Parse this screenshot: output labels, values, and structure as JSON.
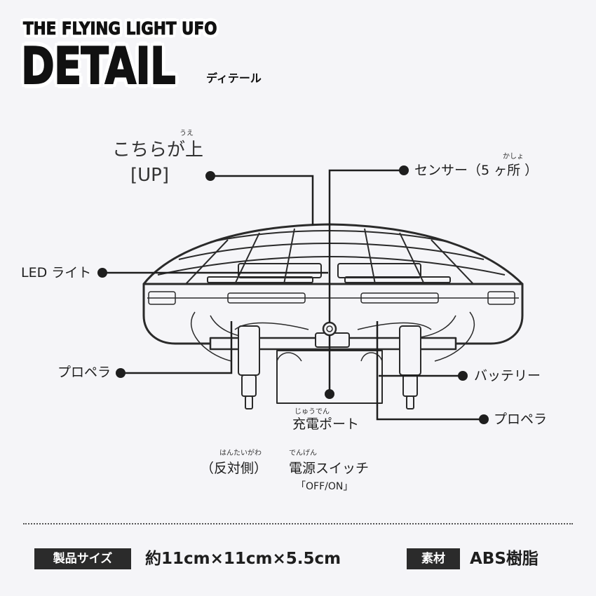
{
  "header": {
    "subtitle": "THE FLYING LIGHT UFO",
    "title": "DETAIL",
    "title_kana": "ディテール"
  },
  "labels": {
    "top_side": {
      "text": "こちらが上",
      "ruby": "うえ",
      "sub": "[UP]"
    },
    "sensor": {
      "text": "センサー（5 ヶ所 ）",
      "ruby": "かしょ"
    },
    "led_light": {
      "text": "LED ライト"
    },
    "propeller_left": {
      "text": "プロペラ"
    },
    "battery": {
      "text": "バッテリー"
    },
    "charging_port": {
      "text": "充電ポート",
      "ruby": "じゅうでん"
    },
    "propeller_right": {
      "text": "プロペラ"
    },
    "opposite_side": {
      "text": "（反対側）",
      "ruby": "はんたいがわ"
    },
    "power_switch": {
      "text": "電源スイッチ",
      "ruby": "でんげん",
      "sub": "「OFF/ON」"
    }
  },
  "specs": {
    "size_tag": "製品サイズ",
    "size_value": "約11cm×11cm×5.5cm",
    "material_tag": "素材",
    "material_value": "ABS樹脂"
  },
  "colors": {
    "background": "#f5f5f8",
    "ink": "#1e1e1e",
    "tag_bg": "#2b2b2b"
  }
}
